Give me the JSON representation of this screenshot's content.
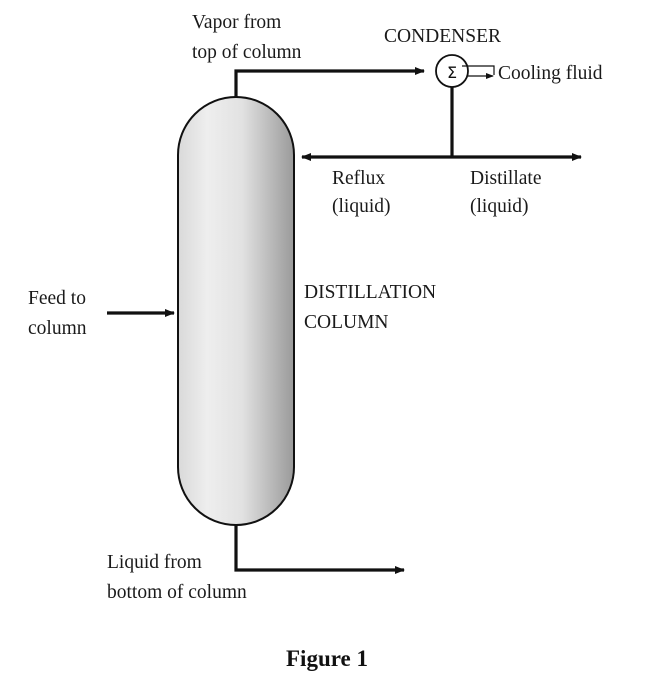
{
  "labels": {
    "vapor_line1": "Vapor from",
    "vapor_line2": "top of column",
    "condenser": "CONDENSER",
    "cooling_fluid": "Cooling fluid",
    "reflux_line1": "Reflux",
    "reflux_line2": "(liquid)",
    "distillate_line1": "Distillate",
    "distillate_line2": "(liquid)",
    "feed_line1": "Feed to",
    "feed_line2": "column",
    "column_line1": "DISTILLATION",
    "column_line2": "COLUMN",
    "bottom_line1": "Liquid from",
    "bottom_line2": "bottom of column"
  },
  "condenser_symbol": "Σ",
  "caption": "Figure 1"
}
